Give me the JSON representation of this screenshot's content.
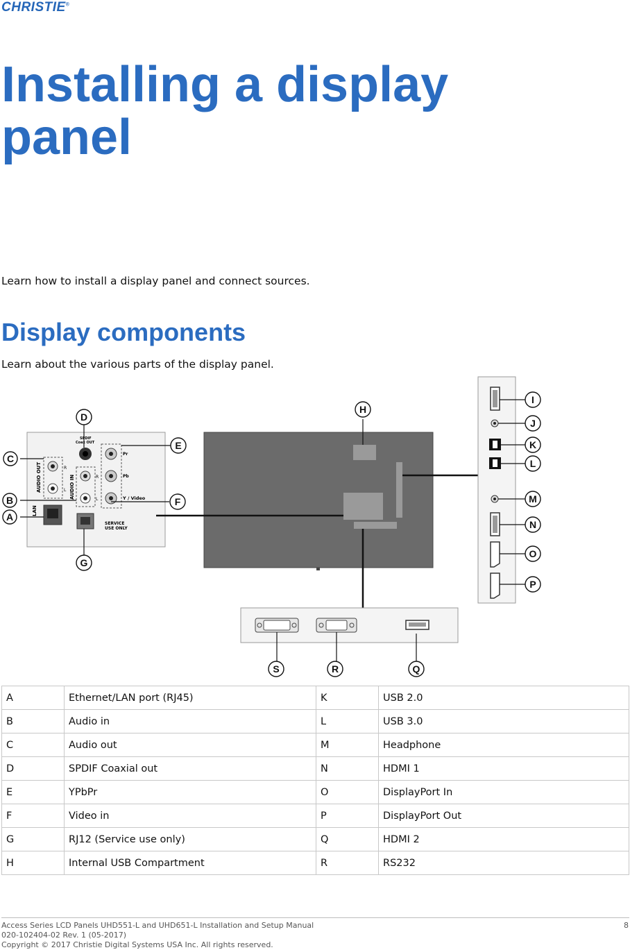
{
  "logo": {
    "brand": "CHRISTIE",
    "mark": "®"
  },
  "page": {
    "title": "Installing a display panel",
    "intro": "Learn how to install a display panel and connect sources.",
    "section_title": "Display components",
    "section_intro": "Learn about the various parts of the display panel."
  },
  "diagram": {
    "callouts": [
      "A",
      "B",
      "C",
      "D",
      "E",
      "F",
      "G",
      "H",
      "I",
      "J",
      "K",
      "L",
      "M",
      "N",
      "O",
      "P",
      "Q",
      "R",
      "S"
    ],
    "panel_labels": {
      "spdif": "SPDIF",
      "coax_out": "Coax OUT",
      "audio_out": "AUDIO OUT",
      "audio_in": "AUDIO IN",
      "lan": "LAN",
      "r": "R",
      "l": "L",
      "pr": "Pr",
      "pb": "Pb",
      "y_video": "Y  /  Video",
      "service": "SERVICE",
      "use_only": "USE ONLY"
    }
  },
  "legend": [
    {
      "k1": "A",
      "v1": "Ethernet/LAN port (RJ45)",
      "k2": "K",
      "v2": "USB 2.0"
    },
    {
      "k1": "B",
      "v1": "Audio in",
      "k2": "L",
      "v2": "USB 3.0"
    },
    {
      "k1": "C",
      "v1": "Audio out",
      "k2": "M",
      "v2": "Headphone"
    },
    {
      "k1": "D",
      "v1": "SPDIF Coaxial out",
      "k2": "N",
      "v2": "HDMI 1"
    },
    {
      "k1": "E",
      "v1": "YPbPr",
      "k2": "O",
      "v2": "DisplayPort In"
    },
    {
      "k1": "F",
      "v1": "Video in",
      "k2": "P",
      "v2": "DisplayPort Out"
    },
    {
      "k1": "G",
      "v1": "RJ12 (Service use only)",
      "k2": "Q",
      "v2": "HDMI 2"
    },
    {
      "k1": "H",
      "v1": "Internal USB Compartment",
      "k2": "R",
      "v2": "RS232"
    }
  ],
  "footer": {
    "line1": "Access Series LCD Panels UHD551-L and UHD651-L Installation and Setup Manual",
    "line2": "020-102404-02 Rev. 1 (05-2017)",
    "line3": "Copyright © 2017 Christie Digital Systems USA Inc. All rights reserved.",
    "page_number": "8"
  },
  "colors": {
    "accent": "#2b6cc0",
    "panel_gray": "#6b6b6b"
  }
}
